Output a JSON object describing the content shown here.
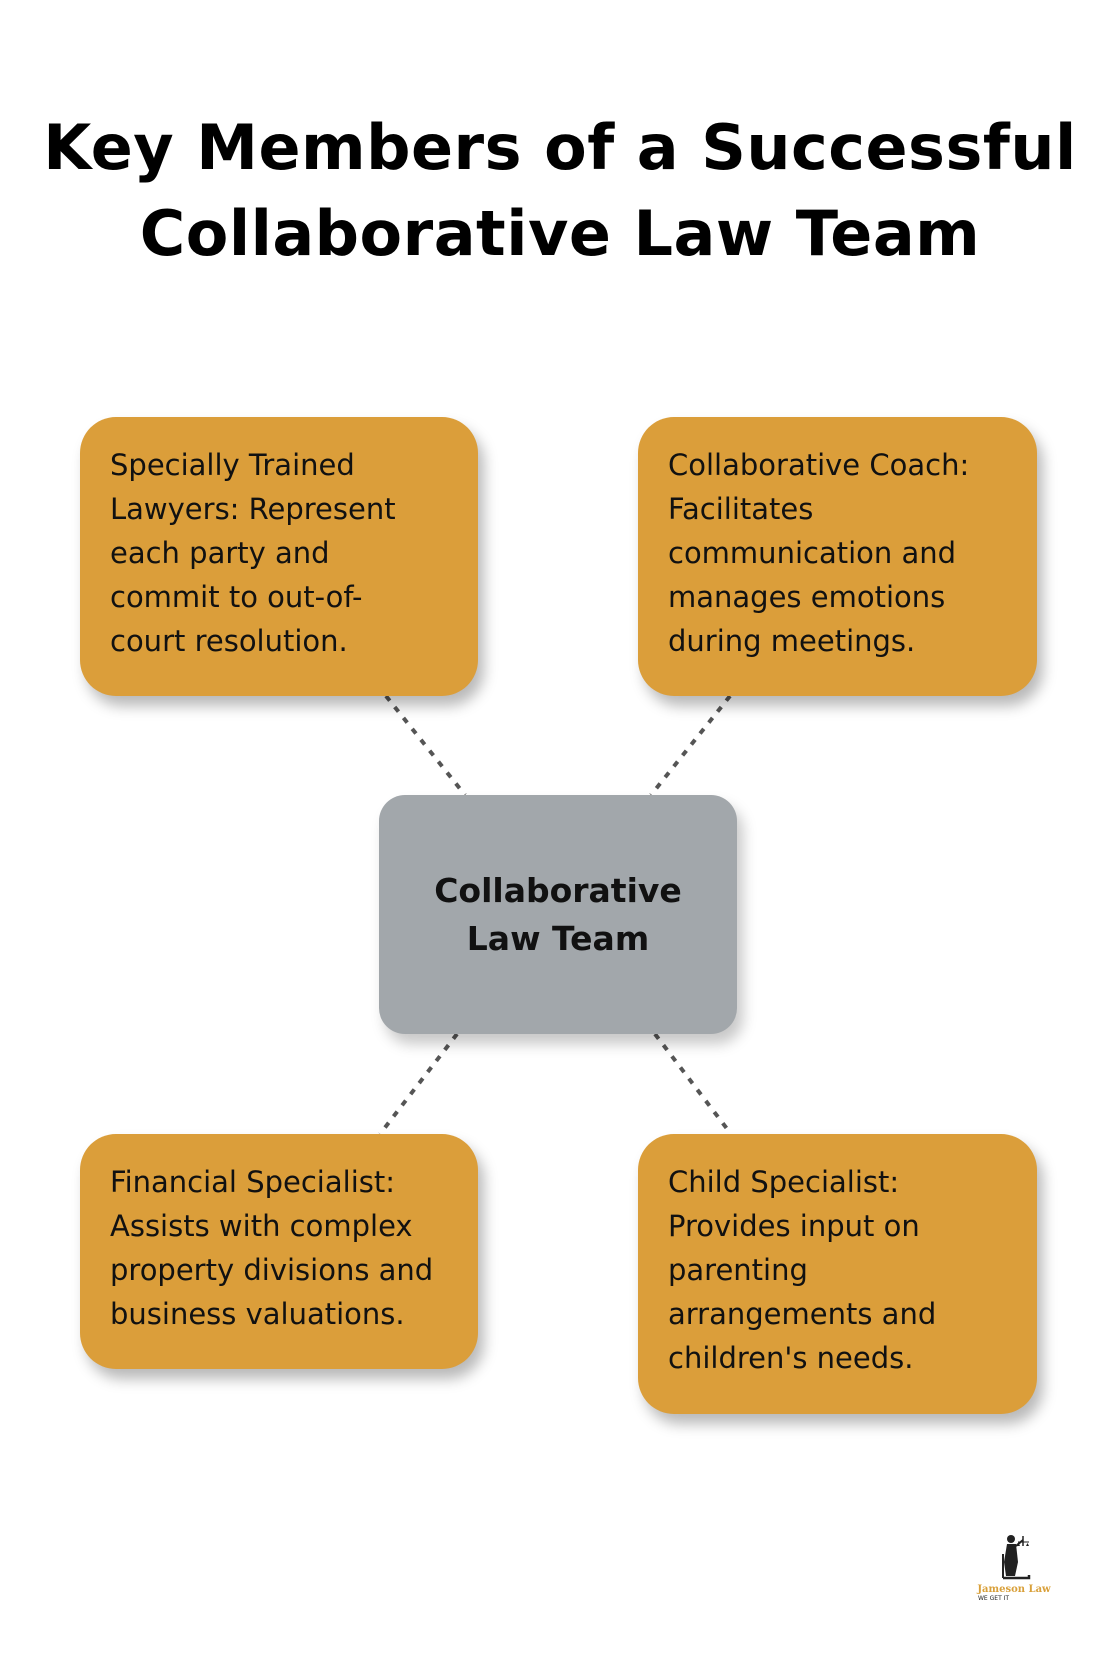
{
  "title": {
    "line1": "Key Members of a Successful",
    "line2": "Collaborative Law Team"
  },
  "center": {
    "line1": "Collaborative",
    "line2": "Law Team"
  },
  "members": [
    {
      "lines": [
        "Specially Trained",
        "Lawyers: Represent",
        "each party and",
        "commit to out-of-",
        "court resolution."
      ]
    },
    {
      "lines": [
        "Collaborative Coach:",
        "Facilitates",
        "communication and",
        "manages emotions",
        "during meetings."
      ]
    },
    {
      "lines": [
        "Financial Specialist:",
        "Assists with complex",
        "property divisions and",
        "business valuations."
      ]
    },
    {
      "lines": [
        "Child Specialist:",
        "Provides input on",
        "parenting",
        "arrangements and",
        "children's needs."
      ]
    }
  ],
  "logo": {
    "brand": "Jameson Law",
    "tagline": "WE GET IT"
  },
  "colors": {
    "member_box": "#DB9E3A",
    "center_box": "#A2A7AB",
    "connector": "#555555"
  }
}
